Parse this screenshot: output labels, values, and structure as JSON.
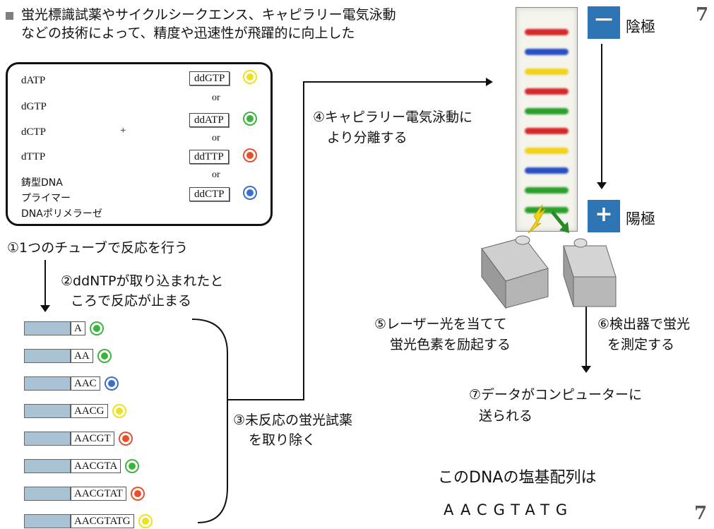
{
  "slide": {
    "title_line1": "蛍光標識試薬やサイクルシークエンス、キャピラリー電気泳動",
    "title_line2": "などの技術によって、精度や迅速性が飛躍的に向上した",
    "page_number_top": "7",
    "page_number_bottom": "7"
  },
  "reagents": {
    "dntps": [
      "dATP",
      "dGTP",
      "dCTP",
      "dTTP"
    ],
    "plus": "+",
    "others": [
      "鋳型DNA",
      "プライマー",
      "DNAポリメラーゼ"
    ],
    "ddntps": [
      {
        "label": "ddGTP",
        "color": "#f0e020"
      },
      {
        "label": "ddATP",
        "color": "#3cb43c"
      },
      {
        "label": "ddTTP",
        "color": "#e8502a"
      },
      {
        "label": "ddCTP",
        "color": "#3a6fd0"
      }
    ],
    "or_label": "or"
  },
  "steps": {
    "step1": "①1つのチューブで反応を行う",
    "step2_line1": "②ddNTPが取り込まれたと",
    "step2_line2": "ころで反応が止まる",
    "step3_line1": "③未反応の蛍光試薬",
    "step3_line2": "を取り除く",
    "step4_line1": "④キャピラリー電気泳動に",
    "step4_line2": "より分離する",
    "step5_line1": "⑤レーザー光を当てて",
    "step5_line2": "蛍光色素を励起する",
    "step6_line1": "⑥検出器で蛍光",
    "step6_line2": "を測定する",
    "step7_line1": "⑦データがコンピューターに",
    "step7_line2": "送られる"
  },
  "fragments": [
    {
      "seq": "A",
      "color": "#3cb43c"
    },
    {
      "seq": "AA",
      "color": "#3cb43c"
    },
    {
      "seq": "AAC",
      "color": "#3a6fd0"
    },
    {
      "seq": "AACG",
      "color": "#f0e020"
    },
    {
      "seq": "AACGT",
      "color": "#e8502a"
    },
    {
      "seq": "AACGTA",
      "color": "#3cb43c"
    },
    {
      "seq": "AACGTAT",
      "color": "#e8502a"
    },
    {
      "seq": "AACGTATG",
      "color": "#f0e020"
    }
  ],
  "gel": {
    "bands": [
      "#d42a2a",
      "#2a4fc4",
      "#f2d21a",
      "#d42a2a",
      "#2aa02a",
      "#d42a2a",
      "#f2d21a",
      "#2a4fc4",
      "#2aa02a",
      "#2aa02a"
    ]
  },
  "electrodes": {
    "cathode_symbol": "－",
    "cathode_label": "陰極",
    "anode_symbol": "+",
    "anode_label": "陽極"
  },
  "result": {
    "caption": "このDNAの塩基配列は",
    "sequence": "AACGTATG"
  }
}
